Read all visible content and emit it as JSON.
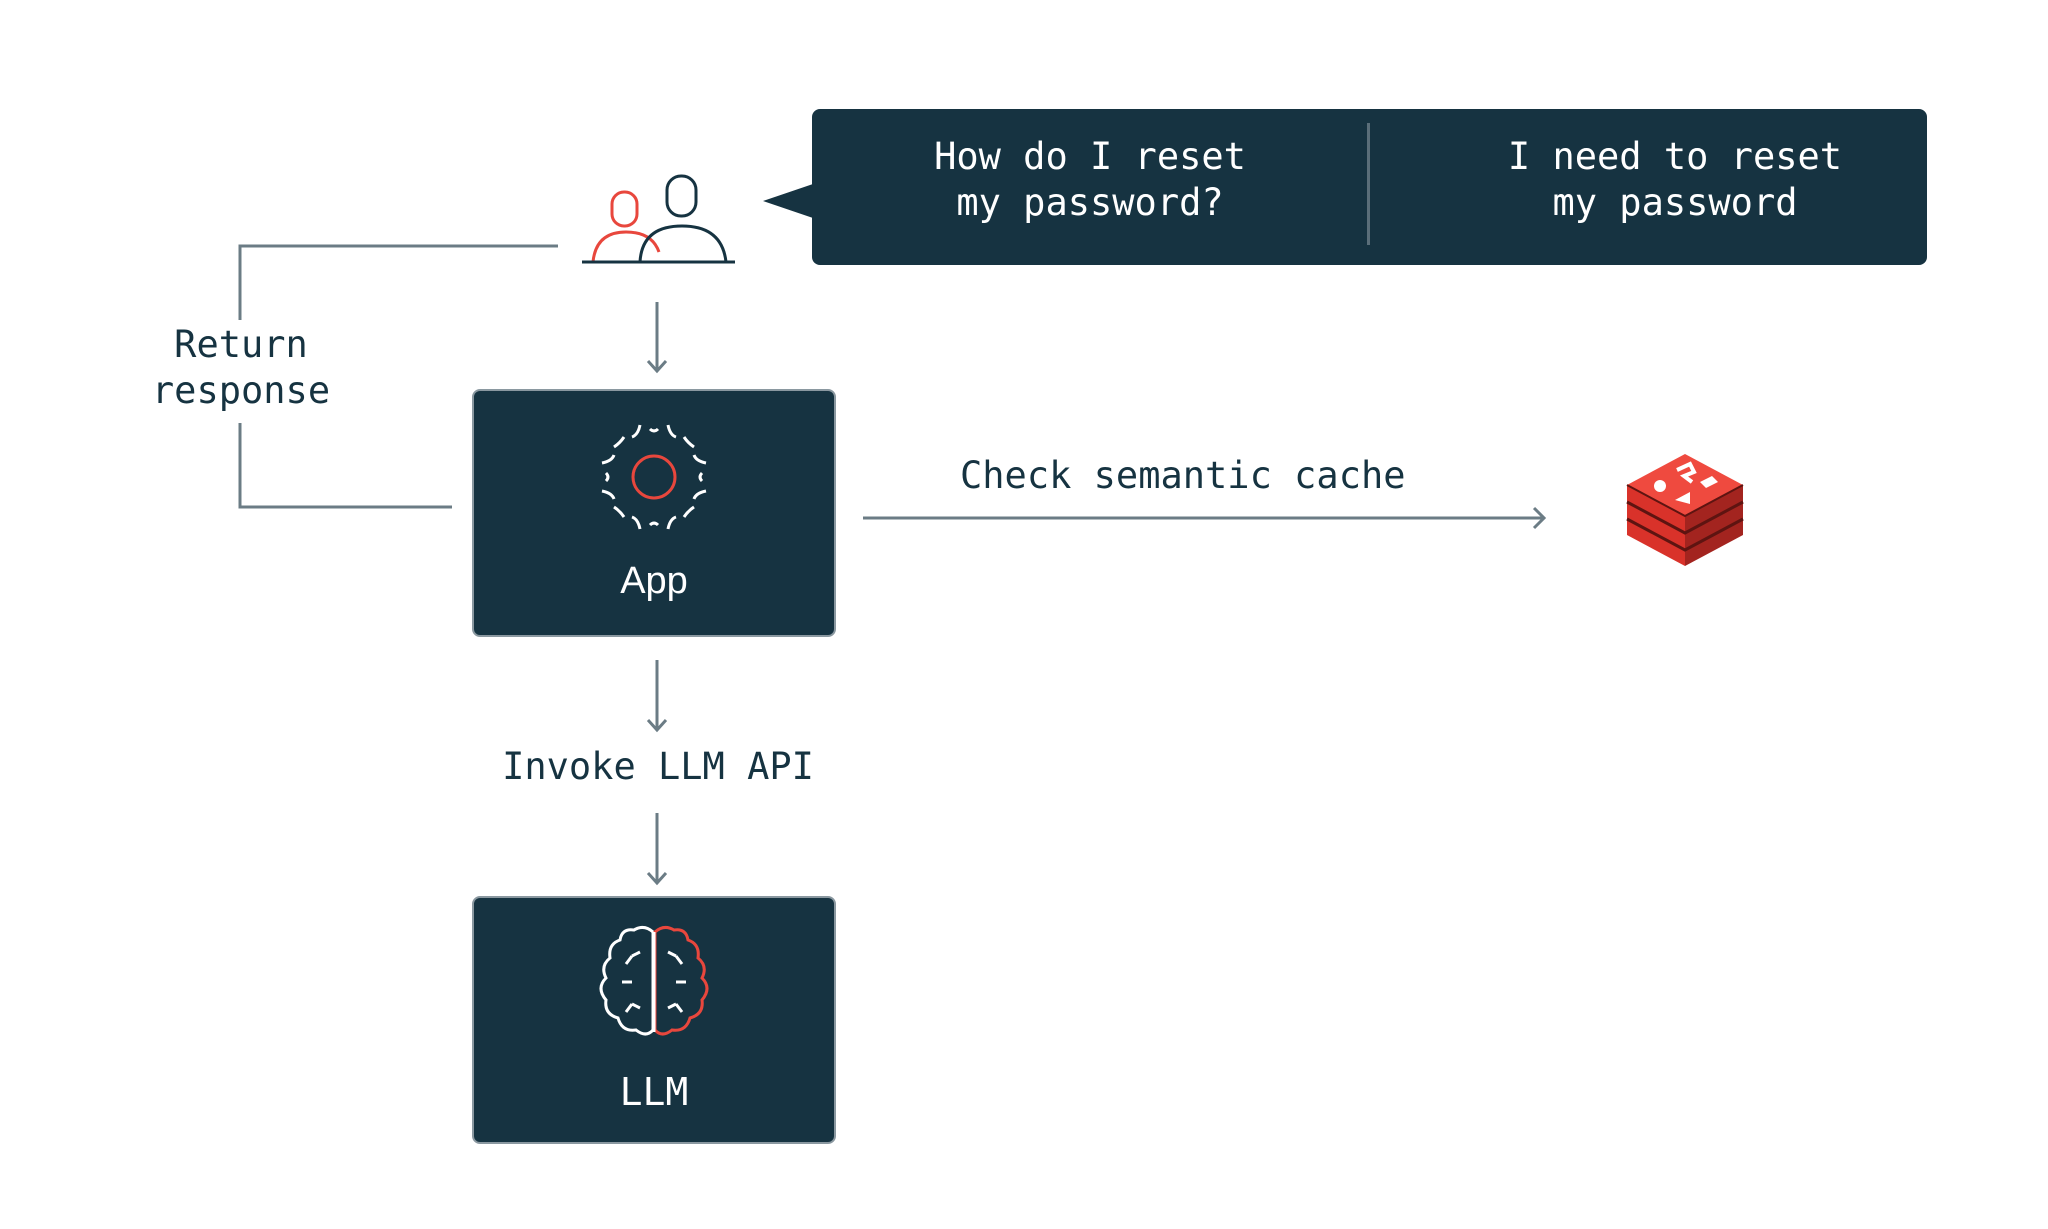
{
  "bubble": {
    "message_1": "How do I reset\nmy password?",
    "message_2": "I need to reset\nmy password"
  },
  "nodes": {
    "app_label": "App",
    "llm_label": "LLM"
  },
  "edges": {
    "return_response": "Return\nresponse",
    "check_semantic_cache": "Check semantic cache",
    "invoke_llm_api": "Invoke LLM API"
  },
  "colors": {
    "dark": "#163341",
    "accent": "#e8473d",
    "line": "#6b7c85"
  },
  "icons": [
    "users-icon",
    "gear-icon",
    "brain-icon",
    "redis-cache-icon"
  ]
}
